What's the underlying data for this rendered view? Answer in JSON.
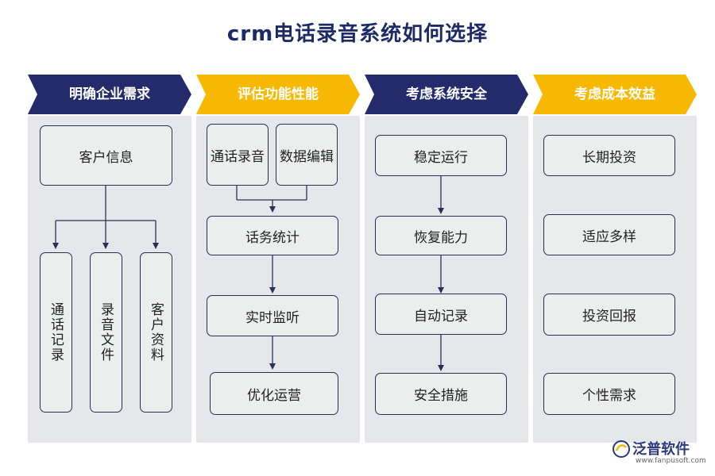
{
  "title": "crm电话录音系统如何选择",
  "columns": [
    {
      "header": "明确企业需求",
      "top_box": "客户信息",
      "vertical_boxes": [
        "通话记录",
        "录音文件",
        "客户资料"
      ]
    },
    {
      "header": "评估功能性能",
      "top_pair": [
        "通话录音",
        "数据编辑"
      ],
      "chain": [
        "话务统计",
        "实时监听",
        "优化运营"
      ]
    },
    {
      "header": "考虑系统安全",
      "chain": [
        "稳定运行",
        "恢复能力",
        "自动记录",
        "安全措施"
      ]
    },
    {
      "header": "考虑成本效益",
      "boxes": [
        "长期投资",
        "适应多样",
        "投资回报",
        "个性需求"
      ]
    }
  ],
  "logo": {
    "brand": "泛普软件",
    "url": "www.fanpusoft.com"
  },
  "colors": {
    "navy": "#232b6b",
    "gold": "#f6b800",
    "panel": "#e6e7ea",
    "title": "#1c2a66"
  }
}
